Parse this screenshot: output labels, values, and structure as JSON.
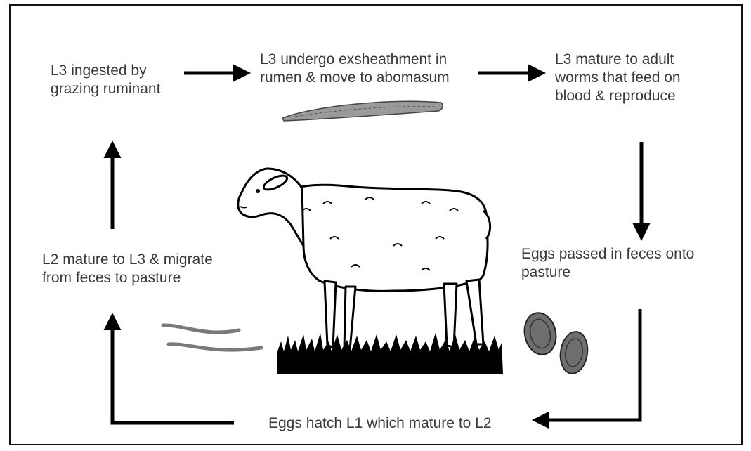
{
  "lifecycle": {
    "step_ingested": "L3 ingested by\ngrazing ruminant",
    "step_exsheath": "L3 undergo exsheathment in\nrumen & move to abomasum",
    "step_mature_adult": "L3 mature to adult\nworms that feed on\nblood & reproduce",
    "step_eggs_passed": "Eggs passed in feces onto\npasture",
    "step_eggs_hatch": "Eggs hatch L1 which mature to L2",
    "step_l2_to_l3": "L2 mature to L3 & migrate\nfrom feces to pasture"
  },
  "colors": {
    "text": "#3a3a3a",
    "arrow": "#000000",
    "frame": "#111111"
  },
  "illustrations": [
    "sheep-on-grass",
    "adult-worm",
    "parasite-eggs",
    "larvae"
  ]
}
